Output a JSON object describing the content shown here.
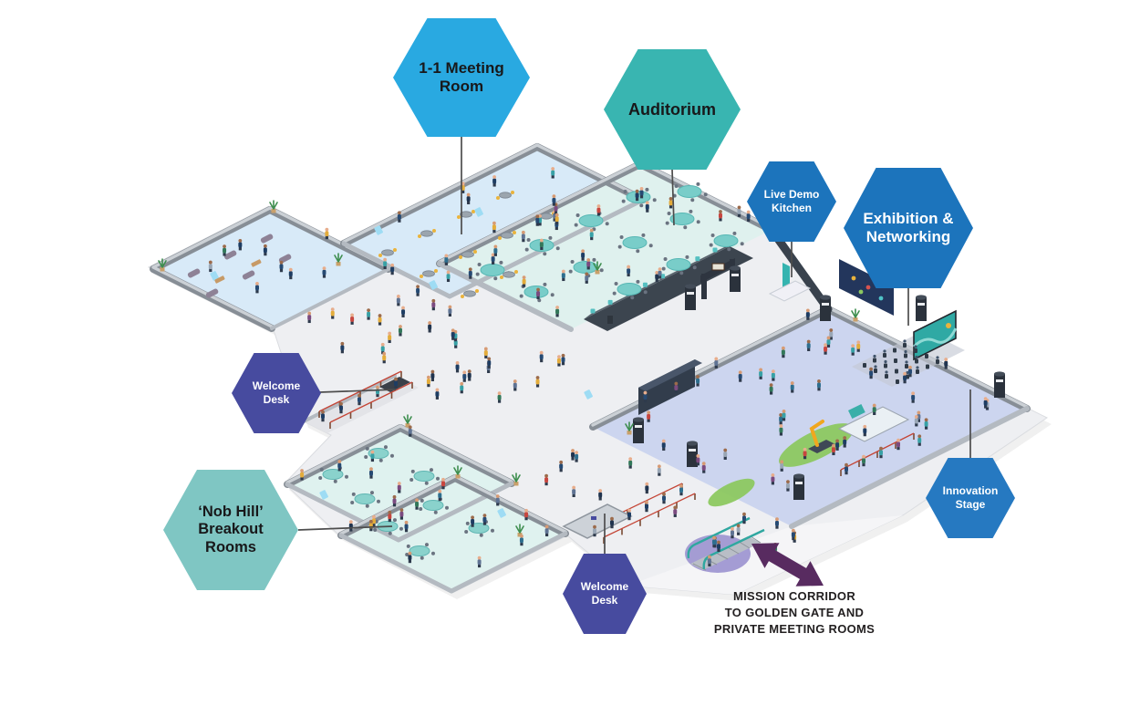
{
  "labels": {
    "meeting_room": {
      "lines": [
        "1-1 Meeting",
        "Room"
      ]
    },
    "auditorium": {
      "lines": [
        "Auditorium"
      ]
    },
    "live_demo_kitchen": {
      "lines": [
        "Live Demo",
        "Kitchen"
      ]
    },
    "exhibition_networking": {
      "lines": [
        "Exhibition &",
        "Networking"
      ]
    },
    "welcome_desk_left": {
      "lines": [
        "Welcome",
        "Desk"
      ]
    },
    "nob_hill_breakout": {
      "lines": [
        "‘Nob Hill’",
        "Breakout",
        "Rooms"
      ]
    },
    "welcome_desk_entrance": {
      "lines": [
        "Welcome",
        "Desk"
      ]
    },
    "innovation_stage": {
      "lines": [
        "Innovation",
        "Stage"
      ]
    }
  },
  "corridor_note": {
    "lines": [
      "MISSION CORRIDOR",
      "TO GOLDEN GATE AND",
      "PRIVATE MEETING ROOMS"
    ]
  },
  "colors": {
    "hex_sky_blue": "#29A9E1",
    "hex_teal": "#39B5B1",
    "hex_blue": "#1C74BC",
    "hex_blue_light": "#2679C1",
    "hex_indigo": "#474B9F",
    "hex_teal_light": "#7FC6C3",
    "arrow_purple": "#582B60",
    "leader_line": "#4D4D4D",
    "floor_corridor": "#EEEFF2",
    "floor_meeting": "#D8EAF8",
    "floor_auditorium": "#DFF1EE",
    "floor_exhibition": "#CCD5EF",
    "wall_gray": "#8A9198",
    "stage_dark": "#3C454F",
    "escalator_halo": "#9B92CF"
  }
}
